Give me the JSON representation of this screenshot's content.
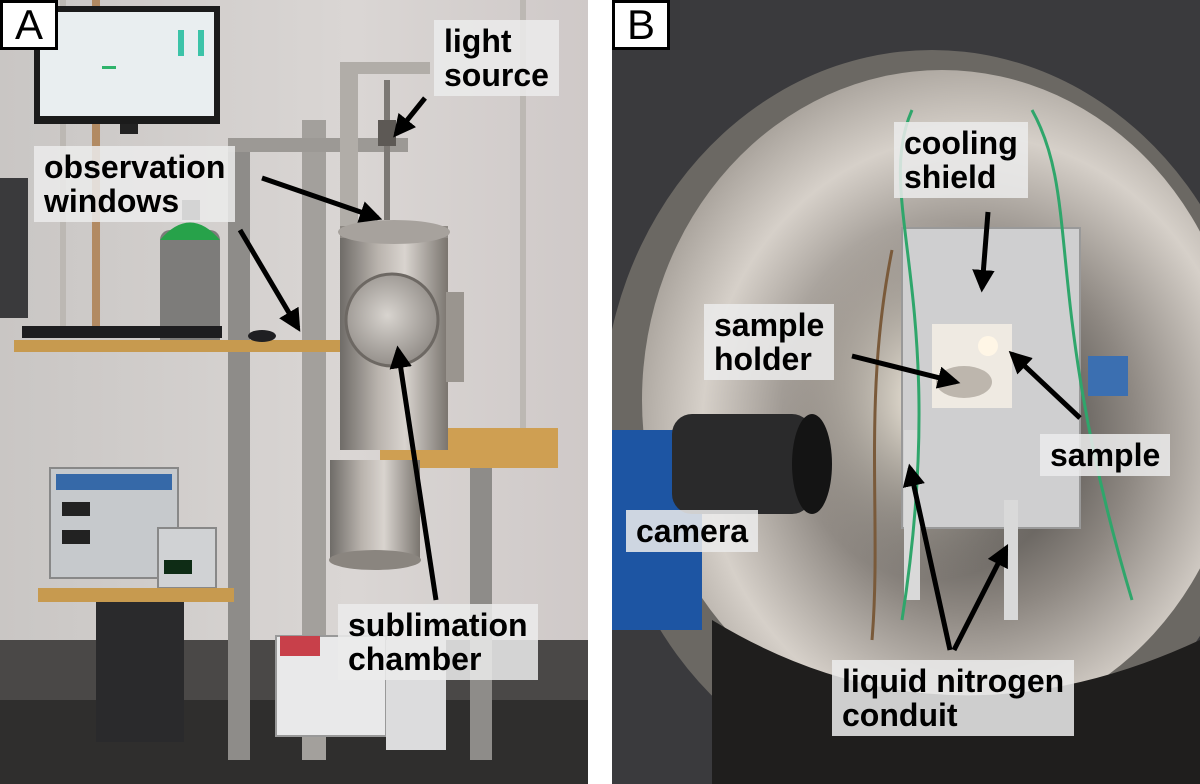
{
  "panels": [
    {
      "label": "A",
      "callouts": {
        "light_source": [
          "light",
          "source"
        ],
        "observation_windows": [
          "observation",
          "windows"
        ],
        "sublimation_chamber": [
          "sublimation",
          "chamber"
        ]
      }
    },
    {
      "label": "B",
      "callouts": {
        "cooling_shield": [
          "cooling",
          "shield"
        ],
        "sample_holder": [
          "sample",
          "holder"
        ],
        "sample": [
          "sample"
        ],
        "camera": [
          "camera"
        ],
        "liquid_nitrogen_conduit": [
          "liquid nitrogen",
          "conduit"
        ]
      }
    }
  ]
}
